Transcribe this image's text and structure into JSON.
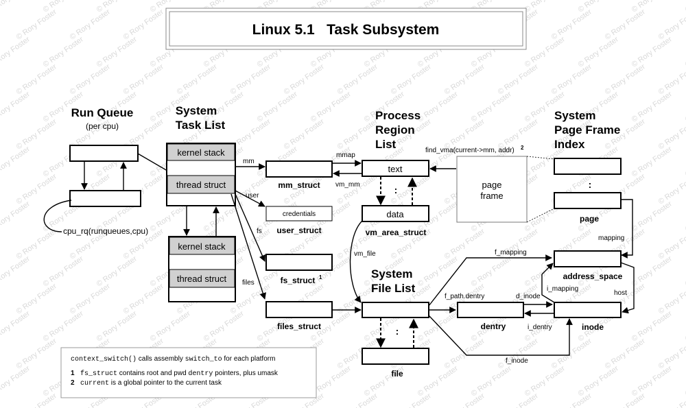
{
  "title": "Linux 5.1   Task Subsystem",
  "watermark": "© Rory Foster",
  "run_queue": {
    "heading": "Run Queue",
    "sub": "(per cpu)",
    "cpu_rq": "cpu_rq(runqueues,cpu)"
  },
  "task_list": {
    "heading_1": "System",
    "heading_2": "Task List",
    "kernel_stack": "kernel stack",
    "thread_struct": "thread struct"
  },
  "region_list": {
    "heading_1": "Process",
    "heading_2": "Region",
    "heading_3": "List",
    "text": "text",
    "data": "data",
    "vm_area_struct": "vm_area_struct",
    "find_vma": "find_vma(current->mm, addr)",
    "find_vma_note": "2",
    "page_frame_1": "page",
    "page_frame_2": "frame"
  },
  "page_index": {
    "heading_1": "System",
    "heading_2": "Page Frame",
    "heading_3": "Index",
    "page": "page",
    "mapping": "mapping",
    "address_space": "address_space",
    "i_mapping": "i_mapping",
    "host": "host",
    "inode": "inode"
  },
  "links": {
    "mm": "mm",
    "mmap": "mmap",
    "vm_mm": "vm_mm",
    "user": "user",
    "fs": "fs",
    "files": "files",
    "vm_file": "vm_file",
    "f_mapping": "f_mapping",
    "f_path_dentry": "f_path.dentry",
    "d_inode": "d_inode",
    "i_dentry": "i_dentry",
    "f_inode": "f_inode"
  },
  "structs": {
    "mm_struct": "mm_struct",
    "credentials": "credentials",
    "user_struct": "user_struct",
    "fs_struct": "fs_struct",
    "fs_struct_note": "1",
    "files_struct": "files_struct",
    "dentry": "dentry",
    "file": "file"
  },
  "file_list": {
    "heading_1": "System",
    "heading_2": "File List"
  },
  "ellipsis": ":",
  "notes": {
    "line1": [
      {
        "text": "context_switch()",
        "mono": true
      },
      {
        "text": " calls assembly ",
        "mono": false
      },
      {
        "text": "switch_to",
        "mono": true
      },
      {
        "text": " for each platform",
        "mono": false
      }
    ],
    "line2_num": "1",
    "line2": [
      {
        "text": "fs_struct",
        "mono": true
      },
      {
        "text": " contains root and pwd ",
        "mono": false
      },
      {
        "text": "dentry",
        "mono": true
      },
      {
        "text": " pointers, plus umask",
        "mono": false
      }
    ],
    "line3_num": "2",
    "line3": [
      {
        "text": "current",
        "mono": true
      },
      {
        "text": " is a global pointer to the current task",
        "mono": false
      }
    ]
  }
}
